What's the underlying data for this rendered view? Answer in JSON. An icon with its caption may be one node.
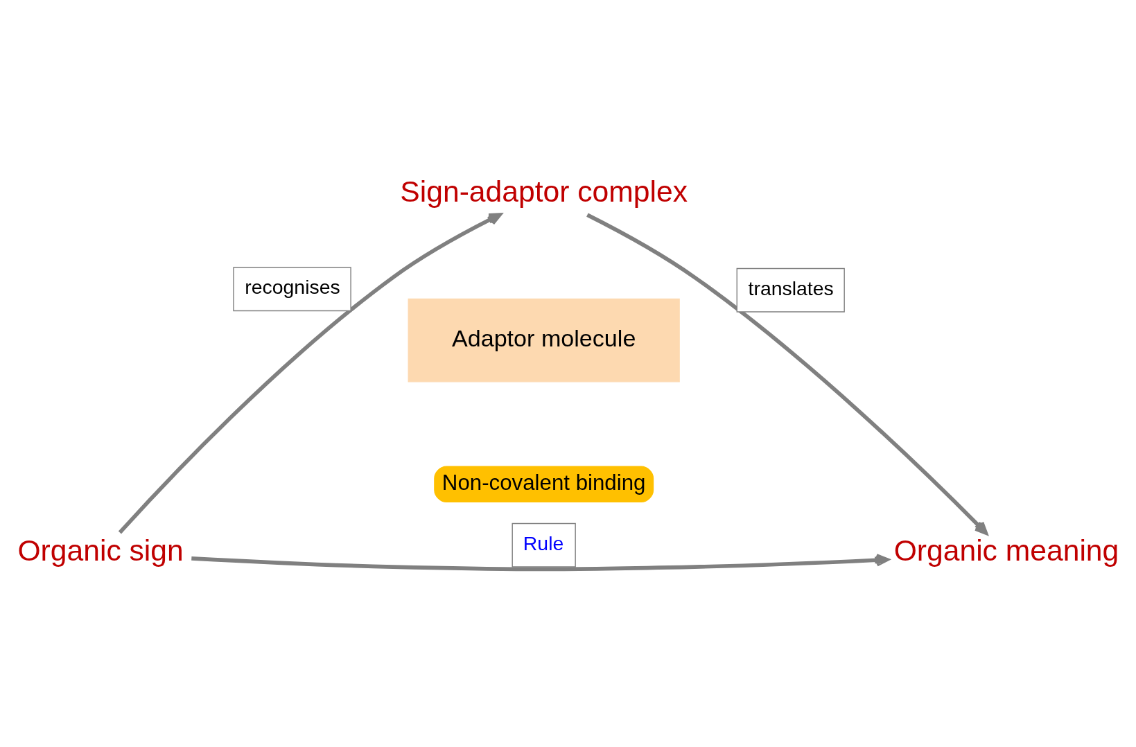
{
  "diagram": {
    "nodes": [
      {
        "text": [
          "Sign-adaptor complex"
        ]
      },
      {
        "text": [
          "Non-covalent binding"
        ]
      },
      {
        "text": [
          "Adaptor molecule"
        ]
      },
      {
        "text": [
          "Organic sign"
        ]
      },
      {
        "text": [
          "Organic meaning"
        ]
      }
    ],
    "edges": [
      {
        "from": 3,
        "to": 0,
        "arrow": "to",
        "label": "recognises"
      },
      {
        "from": 0,
        "to": 4,
        "arrow": "to",
        "label": "translates"
      },
      {
        "from": 3,
        "to": 4,
        "arrow": "to",
        "label": "Rule"
      }
    ]
  }
}
